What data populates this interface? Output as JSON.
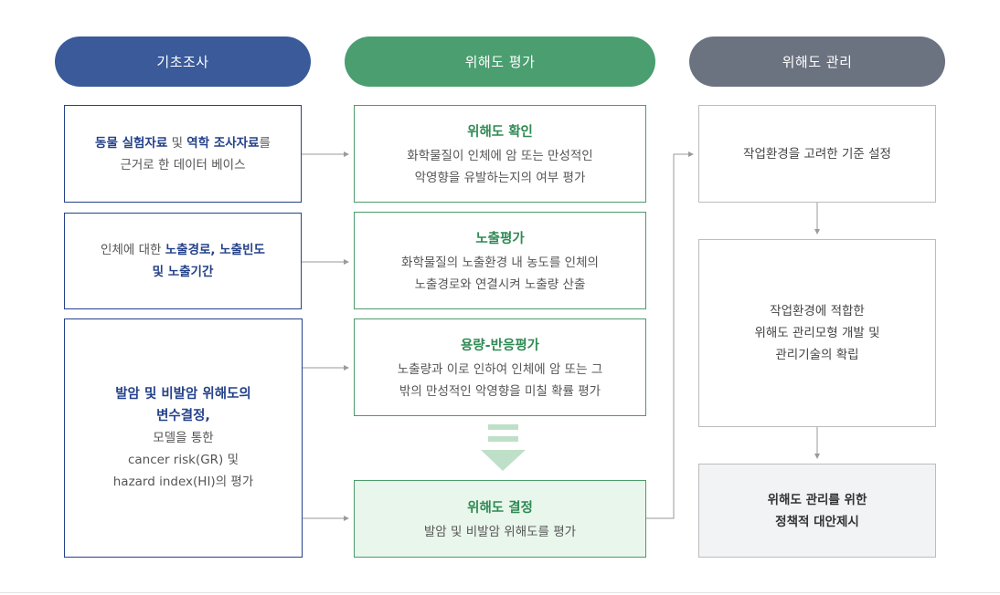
{
  "headers": {
    "basic": "기초조사",
    "eval": "위해도 평가",
    "manage": "위해도 관리"
  },
  "colors": {
    "basic_header": "#3a5a9a",
    "eval_header": "#4a9e70",
    "manage_header": "#6b7280",
    "blue_text": "#24418a",
    "green_text": "#2f8a54",
    "decision_fill": "#e9f6ec",
    "policy_fill": "#f2f3f5"
  },
  "left": {
    "box1": {
      "l1_a": "동물 실험자료",
      "l1_b": " 및 ",
      "l1_c": "역학 조사자료",
      "l1_d": "를",
      "l2": "근거로 한 데이터 베이스"
    },
    "box2": {
      "l1_a": "인체에 대한 ",
      "l1_b": "노출경로",
      "l1_c": ", ",
      "l1_d": "노출빈도",
      "l2_a": "및 ",
      "l2_b": "노출기간"
    },
    "box3": {
      "l1": "발암 및 비발암 위해도의",
      "l2": "변수결정,",
      "l3": "모델을 통한",
      "l4": "cancer risk(GR) 및",
      "l5": "hazard index(HI)의 평가"
    }
  },
  "middle": {
    "box1": {
      "title": "위해도 확인",
      "l1": "화학물질이 인체에 암 또는 만성적인",
      "l2": "악영향을 유발하는지의 여부 평가"
    },
    "box2": {
      "title": "노출평가",
      "l1": "화학물질의 노출환경 내 농도를 인체의",
      "l2": "노출경로와 연결시켜 노출량 산출"
    },
    "box3": {
      "title": "용량-반응평가",
      "l1": "노출량과 이로 인하여 인체에 암 또는 그",
      "l2": "밖의 만성적인 악영향을 미칠 확률 평가"
    },
    "box4": {
      "title": "위해도 결정",
      "l1": "발암 및 비발암 위해도를 평가"
    }
  },
  "right": {
    "box1": {
      "l1": "작업환경을 고려한 기준 설정"
    },
    "box2": {
      "l1": "작업환경에 적합한",
      "l2": "위해도 관리모형 개발 및",
      "l3": "관리기술의 확립"
    },
    "box3": {
      "l1": "위해도 관리를 위한",
      "l2": "정책적 대안제시"
    }
  }
}
